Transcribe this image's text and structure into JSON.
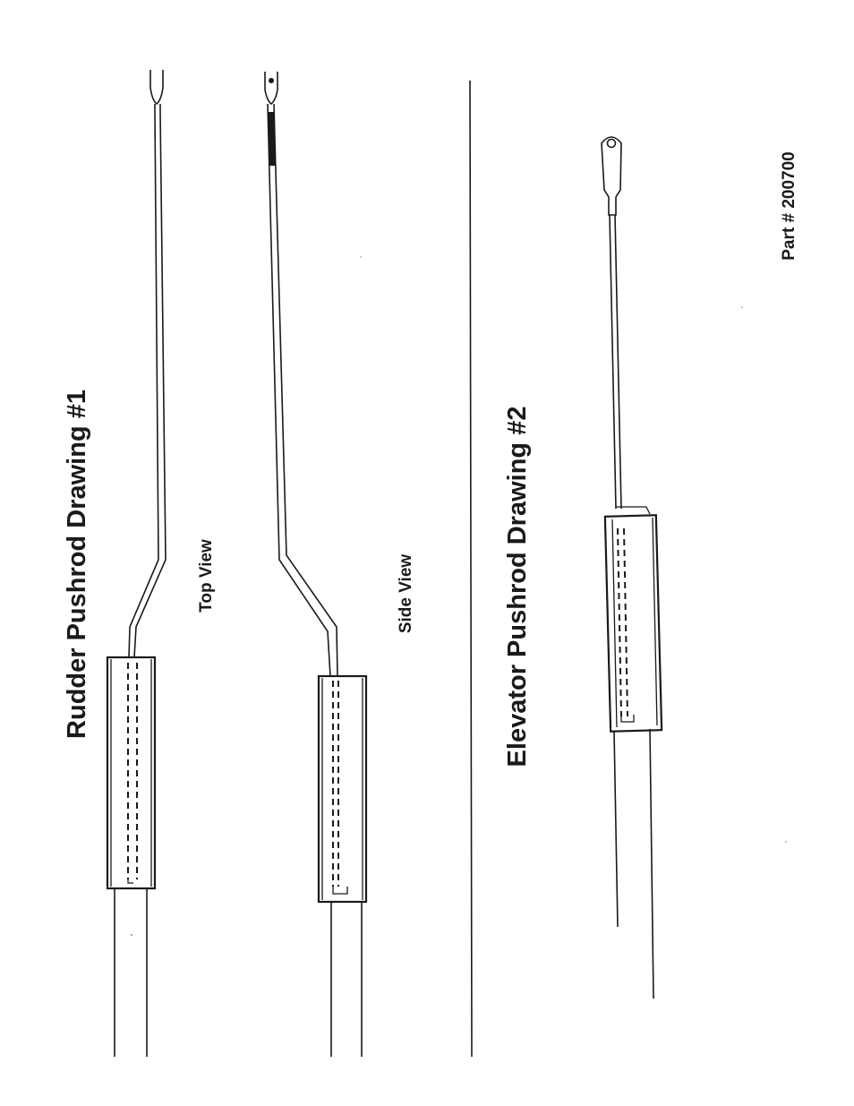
{
  "drawing1": {
    "title": "Rudder Pushrod Drawing #1",
    "top_view_label": "Top View",
    "side_view_label": "Side View"
  },
  "drawing2": {
    "title": "Elevator Pushrod Drawing #2"
  },
  "part_number": "Part # 200700"
}
